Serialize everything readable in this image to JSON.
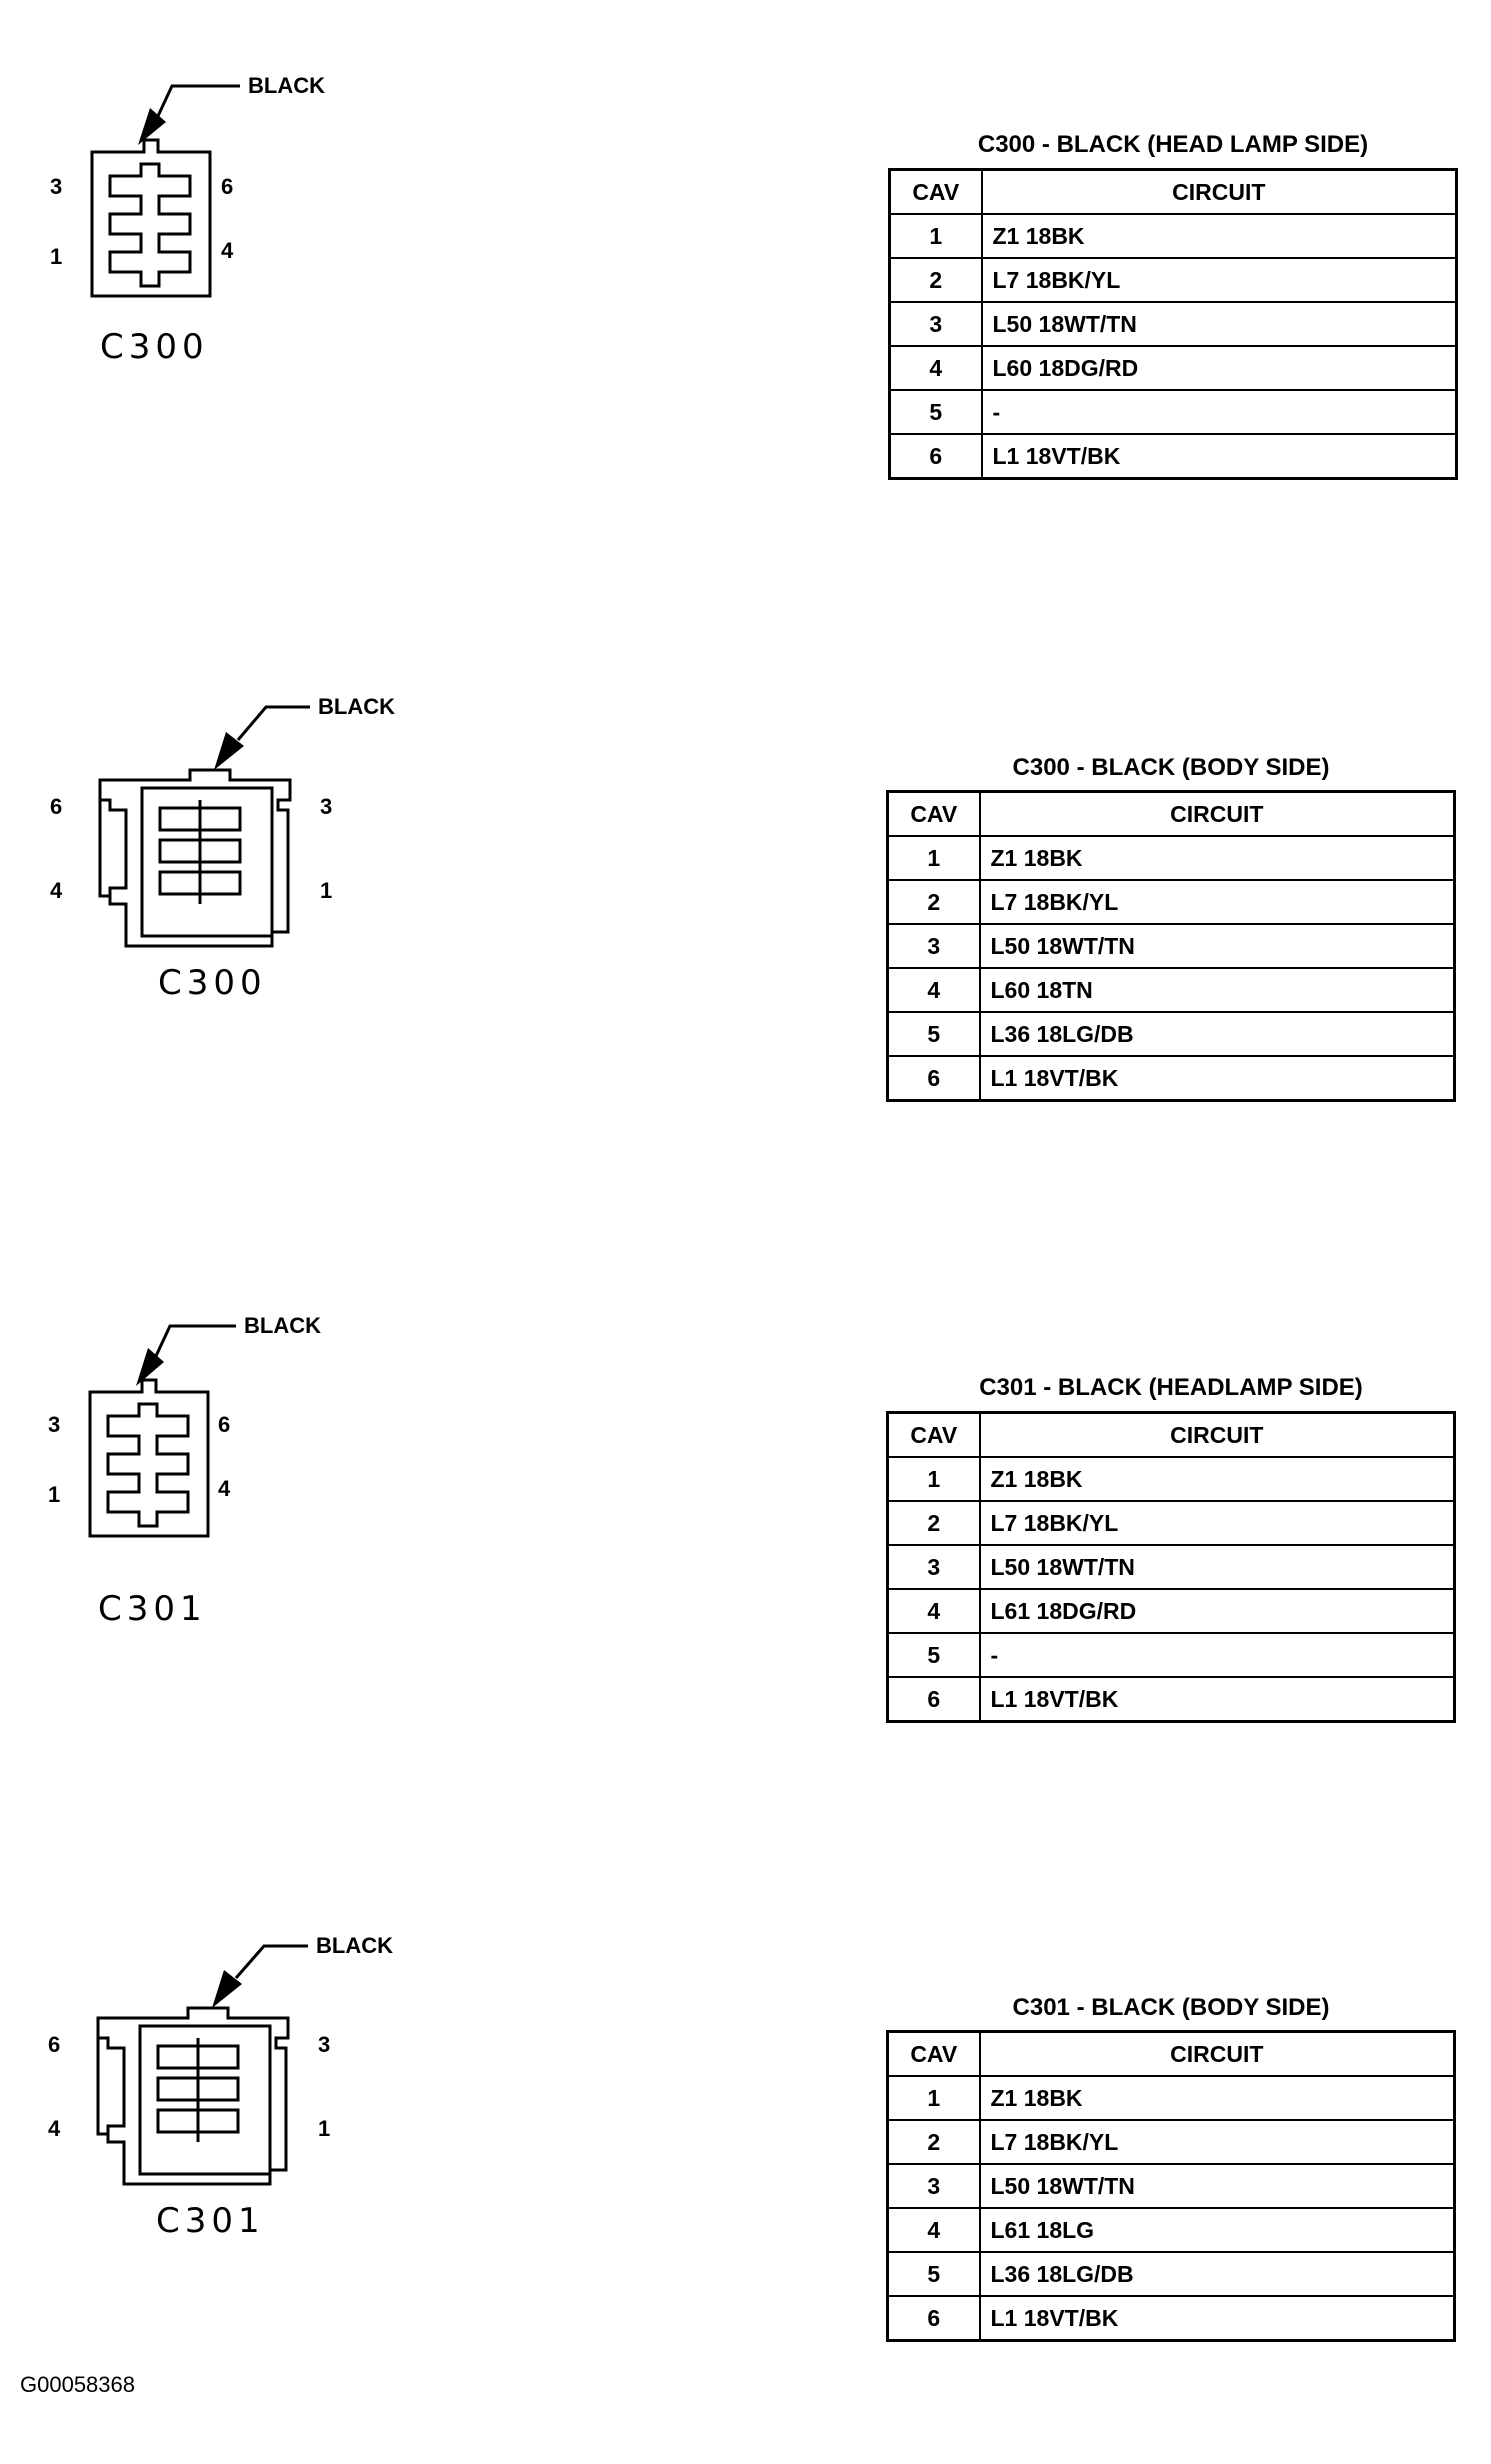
{
  "blocks": [
    {
      "connector": "C300",
      "color_label": "BLACK",
      "pins": {
        "top_left": "3",
        "top_right": "6",
        "bottom_left": "1",
        "bottom_right": "4"
      },
      "table": {
        "title": "C300 - BLACK (HEAD LAMP SIDE)",
        "headers": {
          "cav": "CAV",
          "circuit": "CIRCUIT"
        },
        "rows": [
          {
            "cav": "1",
            "circuit": "Z1  18BK"
          },
          {
            "cav": "2",
            "circuit": "L7  18BK/YL"
          },
          {
            "cav": "3",
            "circuit": "L50  18WT/TN"
          },
          {
            "cav": "4",
            "circuit": "L60  18DG/RD"
          },
          {
            "cav": "5",
            "circuit": "-"
          },
          {
            "cav": "6",
            "circuit": "L1  18VT/BK"
          }
        ]
      }
    },
    {
      "connector": "C300",
      "color_label": "BLACK",
      "pins": {
        "top_left": "6",
        "top_right": "3",
        "bottom_left": "4",
        "bottom_right": "1"
      },
      "table": {
        "title": "C300 - BLACK (BODY SIDE)",
        "headers": {
          "cav": "CAV",
          "circuit": "CIRCUIT"
        },
        "rows": [
          {
            "cav": "1",
            "circuit": "Z1  18BK"
          },
          {
            "cav": "2",
            "circuit": "L7  18BK/YL"
          },
          {
            "cav": "3",
            "circuit": "L50  18WT/TN"
          },
          {
            "cav": "4",
            "circuit": "L60  18TN"
          },
          {
            "cav": "5",
            "circuit": "L36  18LG/DB"
          },
          {
            "cav": "6",
            "circuit": "L1  18VT/BK"
          }
        ]
      }
    },
    {
      "connector": "C301",
      "color_label": "BLACK",
      "pins": {
        "top_left": "3",
        "top_right": "6",
        "bottom_left": "1",
        "bottom_right": "4"
      },
      "table": {
        "title": "C301 - BLACK (HEADLAMP SIDE)",
        "headers": {
          "cav": "CAV",
          "circuit": "CIRCUIT"
        },
        "rows": [
          {
            "cav": "1",
            "circuit": "Z1  18BK"
          },
          {
            "cav": "2",
            "circuit": "L7  18BK/YL"
          },
          {
            "cav": "3",
            "circuit": "L50  18WT/TN"
          },
          {
            "cav": "4",
            "circuit": "L61  18DG/RD"
          },
          {
            "cav": "5",
            "circuit": "-"
          },
          {
            "cav": "6",
            "circuit": "L1  18VT/BK"
          }
        ]
      }
    },
    {
      "connector": "C301",
      "color_label": "BLACK",
      "pins": {
        "top_left": "6",
        "top_right": "3",
        "bottom_left": "4",
        "bottom_right": "1"
      },
      "table": {
        "title": "C301 - BLACK (BODY SIDE)",
        "headers": {
          "cav": "CAV",
          "circuit": "CIRCUIT"
        },
        "rows": [
          {
            "cav": "1",
            "circuit": "Z1  18BK"
          },
          {
            "cav": "2",
            "circuit": "L7  18BK/YL"
          },
          {
            "cav": "3",
            "circuit": "L50  18WT/TN"
          },
          {
            "cav": "4",
            "circuit": "L61  18LG"
          },
          {
            "cav": "5",
            "circuit": "L36  18LG/DB"
          },
          {
            "cav": "6",
            "circuit": "L1  18VT/BK"
          }
        ]
      }
    }
  ],
  "footer": {
    "code": "G00058368"
  }
}
